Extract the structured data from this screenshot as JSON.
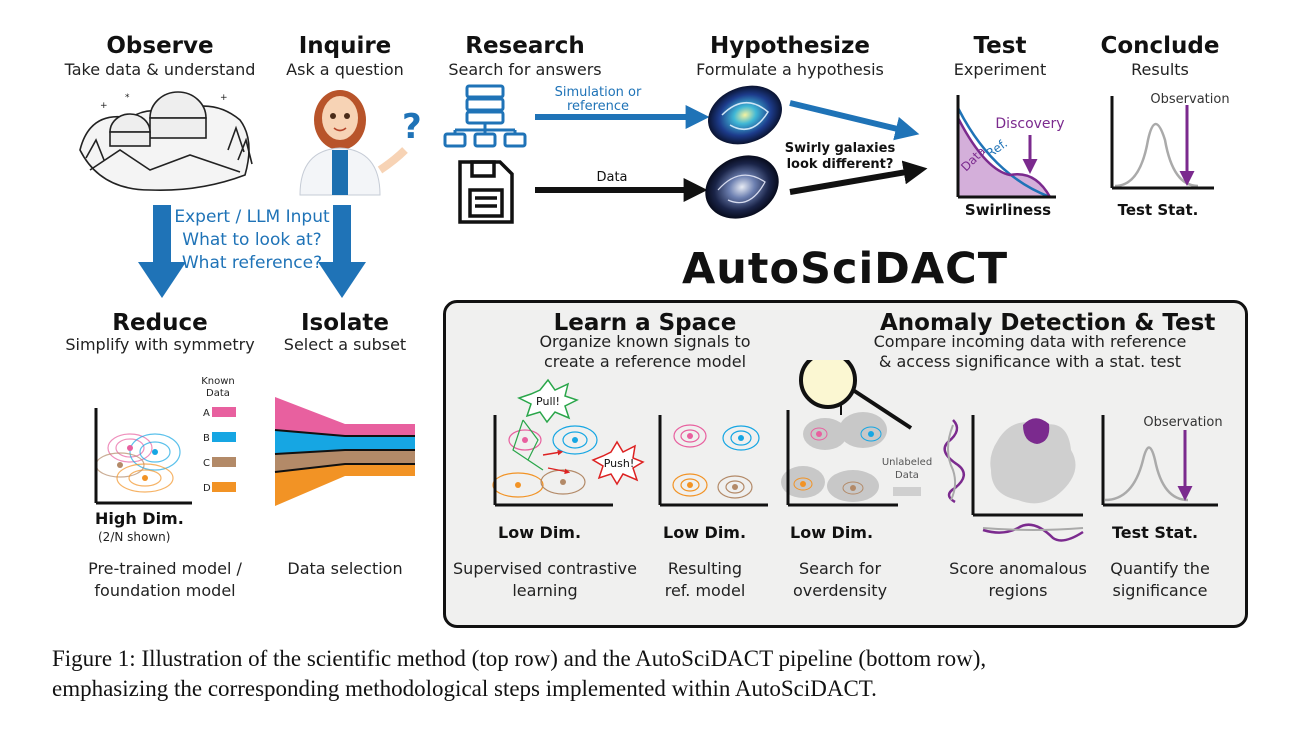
{
  "top_steps": [
    {
      "title": "Observe",
      "subtitle": "Take data & understand"
    },
    {
      "title": "Inquire",
      "subtitle": "Ask a question"
    },
    {
      "title": "Research",
      "subtitle": "Search for answers"
    },
    {
      "title": "Hypothesize",
      "subtitle": "Formulate a hypothesis"
    },
    {
      "title": "Test",
      "subtitle": "Experiment"
    },
    {
      "title": "Conclude",
      "subtitle": "Results"
    }
  ],
  "research_arrows": {
    "sim_line1": "Simulation or",
    "sim_line2": "reference",
    "data": "Data"
  },
  "hypothesis_question": {
    "line1": "Swirly galaxies",
    "line2": "look different?"
  },
  "test_plot": {
    "discovery": "Discovery",
    "ref": "Ref.",
    "data": "Data",
    "xlabel": "Swirliness"
  },
  "conclude_plot": {
    "observation": "Observation",
    "xlabel": "Test Stat."
  },
  "expert_input": {
    "line1": "Expert / LLM Input",
    "line2": "What to look at?",
    "line3": "What reference?"
  },
  "brand": "AutoSciDACT",
  "reduce": {
    "title": "Reduce",
    "subtitle": "Simplify with symmetry",
    "xlabel": "High Dim.",
    "xnote": "(2/N shown)",
    "caption_line1": "Pre-trained model /",
    "caption_line2": "foundation model"
  },
  "legend": {
    "title_line1": "Known",
    "title_line2": "Data",
    "items": [
      {
        "label": "A",
        "color": "#e8609f"
      },
      {
        "label": "B",
        "color": "#16a6e3"
      },
      {
        "label": "C",
        "color": "#b38a68"
      },
      {
        "label": "D",
        "color": "#f29325"
      }
    ]
  },
  "isolate": {
    "title": "Isolate",
    "subtitle": "Select a subset",
    "caption": "Data selection"
  },
  "learn": {
    "title": "Learn a Space",
    "sub_line1": "Organize known signals to",
    "sub_line2": "create a reference model",
    "pull": "Pull!",
    "push": "Push!"
  },
  "anomaly": {
    "title": "Anomaly Detection & Test",
    "sub_line1": "Compare incoming data with reference",
    "sub_line2": "& access significance with a stat. test",
    "unlabeled_line1": "Unlabeled",
    "unlabeled_line2": "Data"
  },
  "panels": [
    {
      "xlabel": "Low Dim.",
      "caption_line1": "Supervised contrastive",
      "caption_line2": "learning"
    },
    {
      "xlabel": "Low Dim.",
      "caption_line1": "Resulting",
      "caption_line2": "ref. model"
    },
    {
      "xlabel": "Low Dim.",
      "caption_line1": "Search for",
      "caption_line2": "overdensity"
    },
    {
      "xlabel": "",
      "caption_line1": "Score anomalous",
      "caption_line2": "regions"
    },
    {
      "xlabel": "Test Stat.",
      "caption_line1": "Quantify the",
      "caption_line2": "significance",
      "observation": "Observation"
    }
  ],
  "figure_caption": {
    "line1": "Figure 1: Illustration of the scientific method (top row) and the AutoSciDACT pipeline (bottom row),",
    "line2": "emphasizing the corresponding methodological steps implemented within AutoSciDACT."
  },
  "colors": {
    "accent_blue": "#1f73b7",
    "purple": "#7b2a8e",
    "panel_bg": "#f0f0ef"
  }
}
